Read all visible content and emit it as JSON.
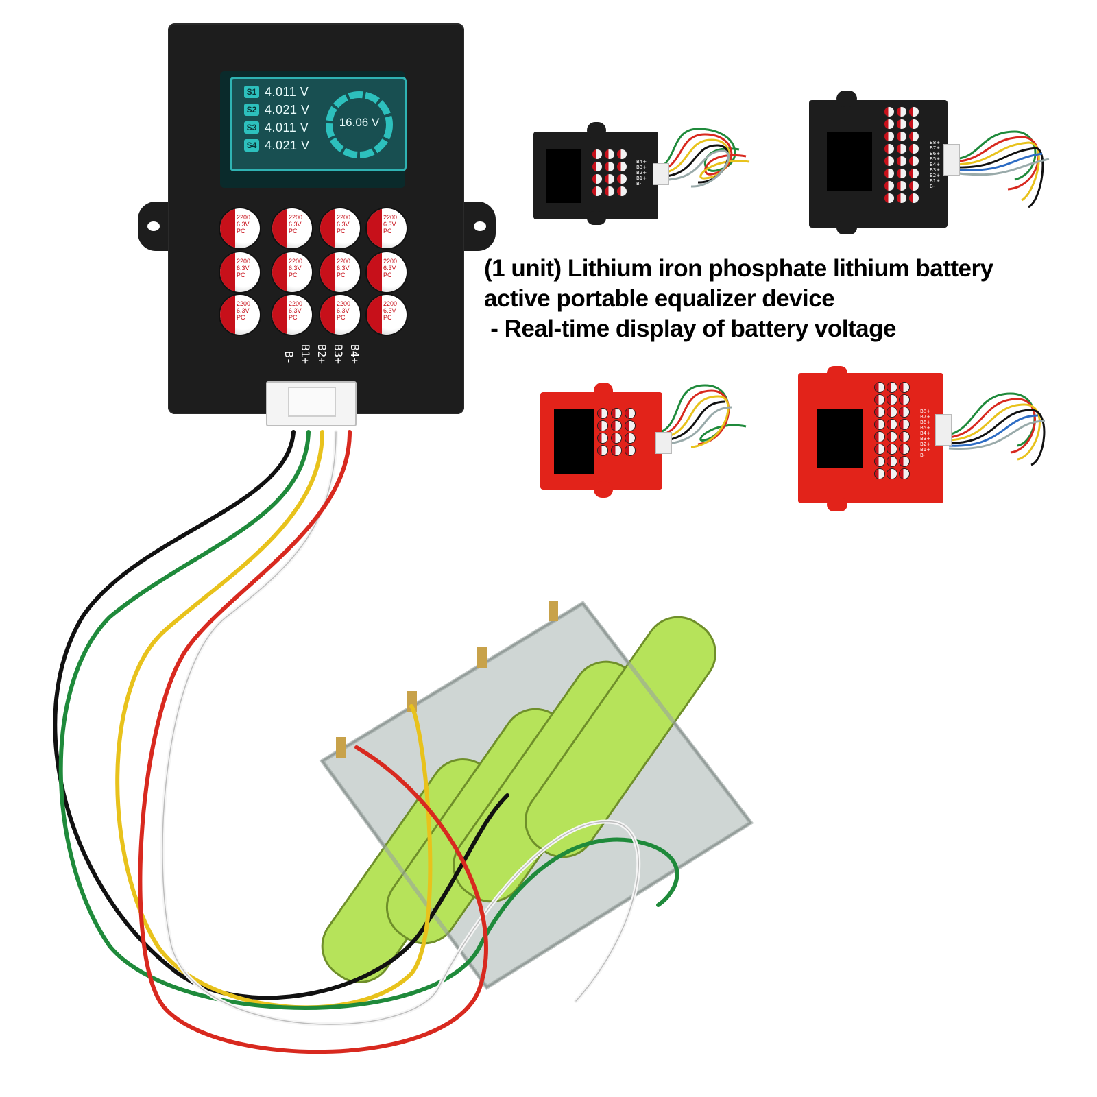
{
  "caption": {
    "line1": "(1 unit) Lithium iron phosphate lithium battery",
    "line2": "active portable equalizer device",
    "line3": " - Real-time display of battery voltage"
  },
  "display": {
    "cells": [
      {
        "tag": "S1",
        "value": "4.011 V"
      },
      {
        "tag": "S2",
        "value": "4.021 V"
      },
      {
        "tag": "S3",
        "value": "4.011 V"
      },
      {
        "tag": "S4",
        "value": "4.021 V"
      }
    ],
    "total": "16.06 V"
  },
  "capacitor": {
    "line1": "2200",
    "line2": "6.3V",
    "line3": "PC"
  },
  "pins": [
    "B4+",
    "B3+",
    "B2+",
    "B1+",
    "B-"
  ],
  "pins_8s": [
    "B8+",
    "B7+",
    "B6+",
    "B5+",
    "B4+",
    "B3+",
    "B2+",
    "B1+",
    "B-"
  ],
  "colors": {
    "enclosure_black": "#1d1d1d",
    "enclosure_red": "#e2231a",
    "screen_teal": "#184f51",
    "cell_green": "#b6e35a",
    "wire_red": "#d8291f",
    "wire_yellow": "#e8c21c",
    "wire_green": "#1f8a3b",
    "wire_white": "#f5f5f5",
    "wire_black": "#111111"
  }
}
